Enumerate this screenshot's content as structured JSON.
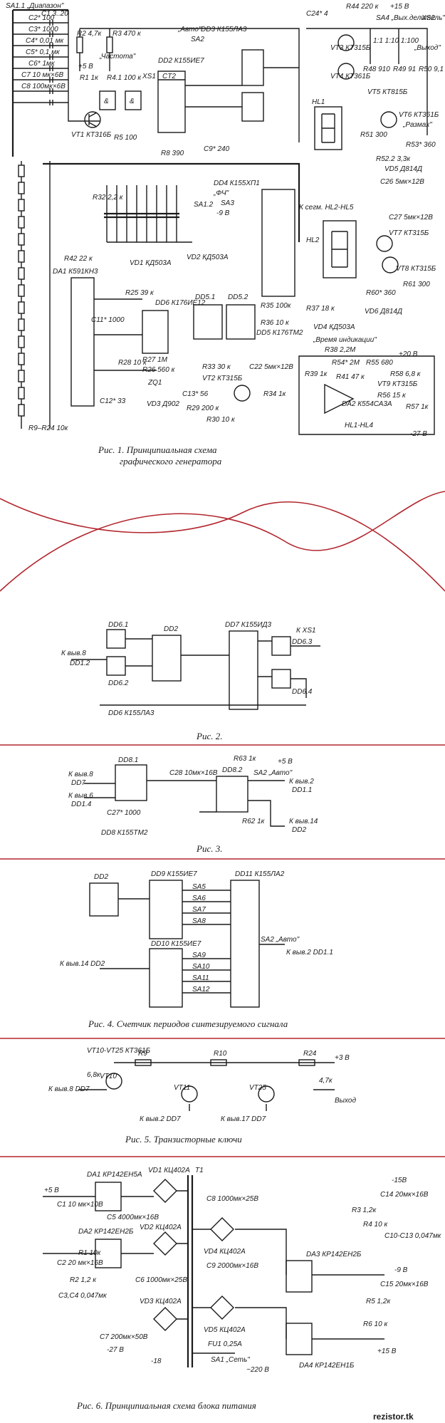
{
  "fig1": {
    "caption_line1": "Рис. 1. Принципиальная схема",
    "caption_line2": "графического генератора",
    "labels": {
      "sa1": "SA1.1 „Диапазон\"",
      "c1": "C1 3..20",
      "c2": "C2* 100",
      "c3": "C3* 1000",
      "c4": "C4* 0,01 мк",
      "c5": "C5* 0,1 мк",
      "c6": "C6* 1мк",
      "c7": "C7 10 мк×6В",
      "c8": "C8 100мк×6В",
      "vt1": "VT1 КТ316Б",
      "r2": "R2 4,7к",
      "r3": "R3 470 к",
      "chastota": "„Частота\"",
      "r4": "R4.1 100 к",
      "r1": "R1 1к",
      "plus5": "+5 В",
      "dd2": "DD2 К155ИЕ7",
      "ct2": "CT2",
      "xs1": "XS1",
      "sa2": "SA2",
      "avto": "„Авто\"",
      "dd3": "DD3 К155ЛА3",
      "r5": "R5 100",
      "r8": "R8 390",
      "c9": "C9* 240",
      "c24": "C24* 4",
      "r44": "R44 220 к",
      "p15": "+15 В",
      "sa4": "SA4 „Вых.делитель\"",
      "xs2": "XS2",
      "vyhod": "„Выход\"",
      "vt3": "VT3 КТ315Б",
      "vt4": "VT4 КТ361Б",
      "ratio": "1:1  1:10  1:100",
      "r48": "R48 910",
      "r49": "R49 91",
      "r50": "R50 9,1",
      "hl1": "HL1",
      "vt5": "VT5 КТ815Б",
      "vt6": "VT6 КТ361Б",
      "razmah": "„Размах\"",
      "r53": "R53* 360",
      "r51": "R51 300",
      "r522": "R52.2 3,3к",
      "vd5": "VD5 Д814Д",
      "c26": "C26 5мк×12В",
      "dd4": "DD4 К155ХП1",
      "fch": "„ФЧ\"",
      "sa3": "SA3",
      "sa12": "SA1.2",
      "m9": "-9 В",
      "r32": "R32 2,2 к",
      "k_seg": "К сегм. HL2-HL5",
      "hl2": "HL2",
      "c27": "C27 5мк×12В",
      "vt7": "VT7 КТ315Б",
      "vt8": "VT8 КТ315Б",
      "r60": "R60* 360",
      "r61": "R61 300",
      "vd6": "VD6 Д814Д",
      "da1": "DA1 К591КН3",
      "r42": "R42 22 к",
      "vd1": "VD1 КД503А",
      "vd2": "VD2 КД503А",
      "r25": "R25 39 к",
      "c11": "C11* 1000",
      "dd6": "DD6 К176ИЕ12",
      "dd51": "DD5.1",
      "dd52": "DD5.2",
      "dd5": "DD5 К176ТМ2",
      "r35": "R35 100к",
      "r36": "R36 10 к",
      "r37": "R37 18 к",
      "vd4": "VD4 КД503А",
      "vremya": "„Время индикации\"",
      "r38": "R38 2,2М",
      "r28": "R28 10 к",
      "r27": "R27 1М",
      "r26": "R26 560 к",
      "zq1": "ZQ1",
      "c12": "C12* 33",
      "vd3": "VD3 Д902",
      "r33": "R33 30 к",
      "vt2": "VT2 КТ315Б",
      "c13": "C13* 56",
      "r29": "R29 200 к",
      "r30": "R30 10 к",
      "r34": "R34 1к",
      "c22": "C22 5мк×12В",
      "r54": "R54* 2М",
      "r55": "R55 680",
      "r39": "R39 1к",
      "r41": "R41 47 к",
      "da2": "DA2 К554СА3А",
      "r58": "R58 6,8 к",
      "vt9": "VT9 КТ315Б",
      "r56": "R56 15 к",
      "r57": "R57 1к",
      "hl": "HL1-HL4",
      "m27": "-27 В",
      "r9r24": "R9–R24 10к",
      "p20": "+20 В"
    }
  },
  "fig2": {
    "caption": "Рис. 2.",
    "labels": {
      "dd61": "DD6.1",
      "dd62": "DD6.2",
      "dd2": "DD2",
      "dd7": "DD7 К155ИД3",
      "kxs1": "К XS1",
      "dd63": "DD6.3",
      "dd64": "DD6.4",
      "kvyv": "К выв.8",
      "dd12": "DD1.2",
      "dd6": "DD6 К155ЛА3"
    }
  },
  "fig3": {
    "caption": "Рис. 3.",
    "labels": {
      "dd81": "DD8.1",
      "dd82": "DD8.2",
      "c28": "C28 10мк×16В",
      "c27": "C27* 1000",
      "r63": "R63 1к",
      "r62": "R62 1к",
      "p5": "+5 В",
      "sa2": "SA2 „Авто\"",
      "kv8": "К выв.8",
      "kv6": "К выв.6",
      "dd7": "DD7",
      "dd14": "DD1.4",
      "kv2": "К выв.2",
      "dd11": "DD1.1",
      "kv14": "К выв.14",
      "dd2": "DD2",
      "dd8": "DD8 К155ТМ2"
    }
  },
  "fig4": {
    "caption": "Рис. 4. Счетчик периодов синтезируемого сигнала",
    "labels": {
      "dd2": "DD2",
      "dd9": "DD9 К155ИЕ7",
      "dd10": "DD10 К155ИЕ7",
      "dd11": "DD11 К155ЛА2",
      "sa5": "SA5",
      "sa6": "SA6",
      "sa7": "SA7",
      "sa8": "SA8",
      "sa9": "SA9",
      "sa10": "SA10",
      "sa11": "SA11",
      "sa12": "SA12",
      "sa2": "SA2 „Авто\"",
      "kv14": "К выв.14 DD2",
      "kv2": "К выв.2 DD1.1"
    }
  },
  "fig5": {
    "caption": "Рис. 5. Транзисторные ключи",
    "labels": {
      "vt": "VT10-VT25 КТ361Б",
      "r9": "R9",
      "r10": "R10",
      "r24": "R24",
      "vt10": "VT10",
      "vt11": "VT11",
      "vt25": "VT25",
      "r68": "6,8к",
      "r47": "4,7к",
      "p3": "+3 В",
      "kv8": "К выв.8 DD7",
      "kv2": "К выв.2 DD7",
      "kv17": "К выв.17 DD7",
      "vyhod": "Выход"
    }
  },
  "fig6": {
    "caption": "Рис. 6. Принципиальная схема блока питания",
    "labels": {
      "da1": "DA1 КР142ЕН5А",
      "vd1": "VD1 КЦ402А",
      "t1": "T1",
      "p5": "+5 В",
      "c1": "C1 10 мк×10В",
      "c5": "C5 4000мк×16В",
      "da2": "DA2 КР142ЕН2Б",
      "vd2": "VD2 КЦ402А",
      "c2": "C2 20 мк×16В",
      "r1": "R1 10к",
      "r2": "R2 1,2 к",
      "c34": "C3,C4 0,047мк",
      "c6": "C6 1000мк×25В",
      "vd3": "VD3 КЦ402А",
      "c7": "C7 200мк×50В",
      "m27": "-27 В",
      "m18": "-18",
      "c8": "C8 1000мк×25В",
      "vd4": "VD4 КЦ402А",
      "c9": "C9 2000мк×16В",
      "vd5": "VD5 КЦ402А",
      "fu1": "FU1 0,25А",
      "sa1": "SA1 „Сеть\"",
      "v220": "~220 В",
      "m15": "-15В",
      "c14": "C14 20мк×16В",
      "r3": "R3 1,2к",
      "r4": "R4 10 к",
      "c10": "C10-C13 0,047мк",
      "da3": "DA3 КР142ЕН2Б",
      "m9": "-9 В",
      "c15": "C15 20мк×16В",
      "r5": "R5 1,2к",
      "r6": "R6 10 к",
      "da4": "DA4 КР142ЕН1Б",
      "p15": "+15 В"
    }
  },
  "watermark": "rezistor.tk"
}
